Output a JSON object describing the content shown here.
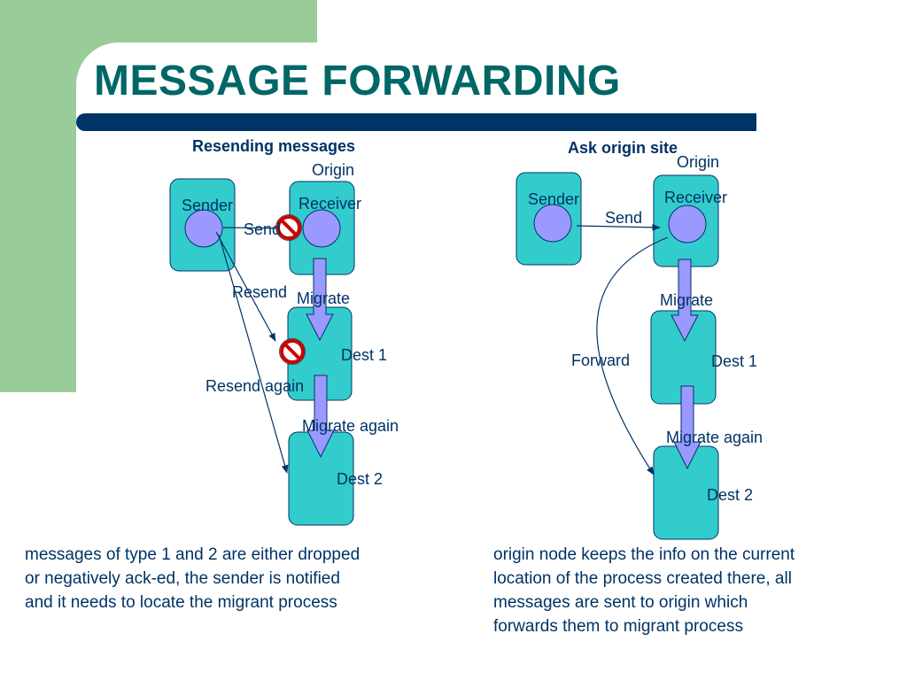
{
  "slide": {
    "title": "MESSAGE FORWARDING",
    "colors": {
      "title": "#006666",
      "bar": "#003366",
      "box_fill": "#33cccc",
      "circle_fill": "#9999ff",
      "text": "#003366",
      "deco": "#99cc99"
    }
  },
  "left": {
    "heading": "Resending messages",
    "origin_label": "Origin",
    "sender_label": "Sender",
    "receiver_label": "Receiver",
    "send_label": "Send",
    "resend_label": "Resend",
    "migrate_label": "Migrate",
    "dest1_label": "Dest 1",
    "resend_again_label": "Resend again",
    "migrate_again_label": "Migrate again",
    "dest2_label": "Dest 2",
    "caption_lines": [
      "messages of type 1 and 2 are either dropped",
      "or negatively ack-ed, the sender is notified",
      "and it needs to locate the migrant process"
    ]
  },
  "right": {
    "heading": "Ask origin site",
    "origin_label": "Origin",
    "sender_label": "Sender",
    "receiver_label": "Receiver",
    "send_label": "Send",
    "migrate_label": "Migrate",
    "forward_label": "Forward",
    "dest1_label": "Dest 1",
    "migrate_again_label": "Migrate again",
    "dest2_label": "Dest 2",
    "caption_lines": [
      "origin node keeps the info on the current",
      "location of the process created there, all",
      "messages are sent to origin which",
      "forwards them to migrant process"
    ]
  }
}
